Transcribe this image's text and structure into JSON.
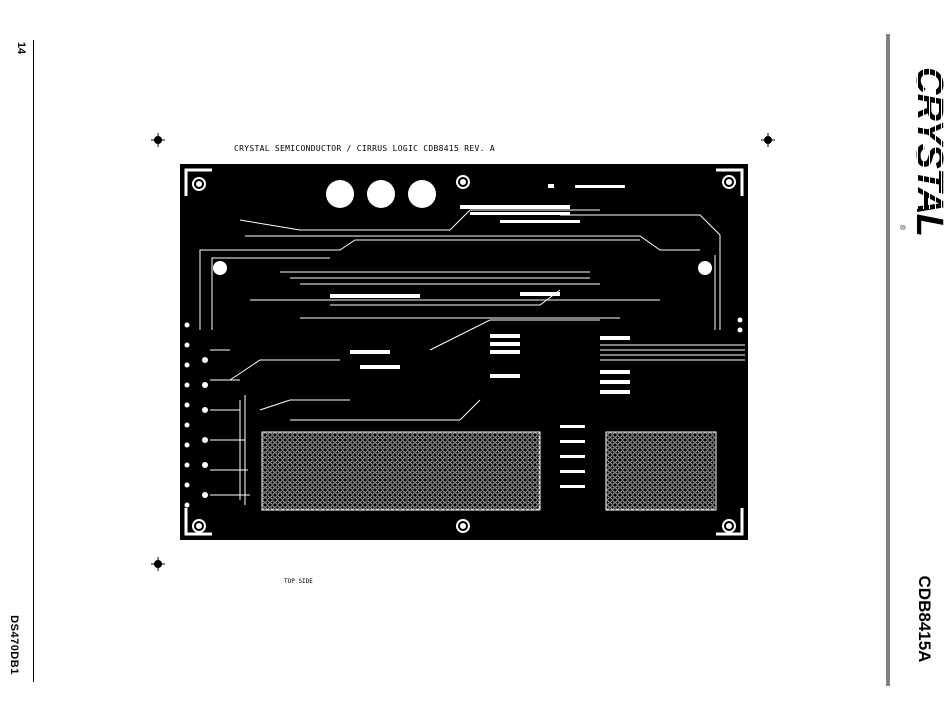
{
  "page": {
    "number": "14",
    "document_id": "DS470DB1",
    "part_number": "CDB8415A"
  },
  "brand": {
    "logo_text": "CRYSTAL",
    "registered_mark": "®"
  },
  "board": {
    "title": "CRYSTAL SEMICONDUCTOR / CIRRUS LOGIC CDB8415 REV. A",
    "caption": "TOP SIDE"
  },
  "colors": {
    "copper": "#000000",
    "background": "#ffffff",
    "brand_bar": "#808080"
  }
}
